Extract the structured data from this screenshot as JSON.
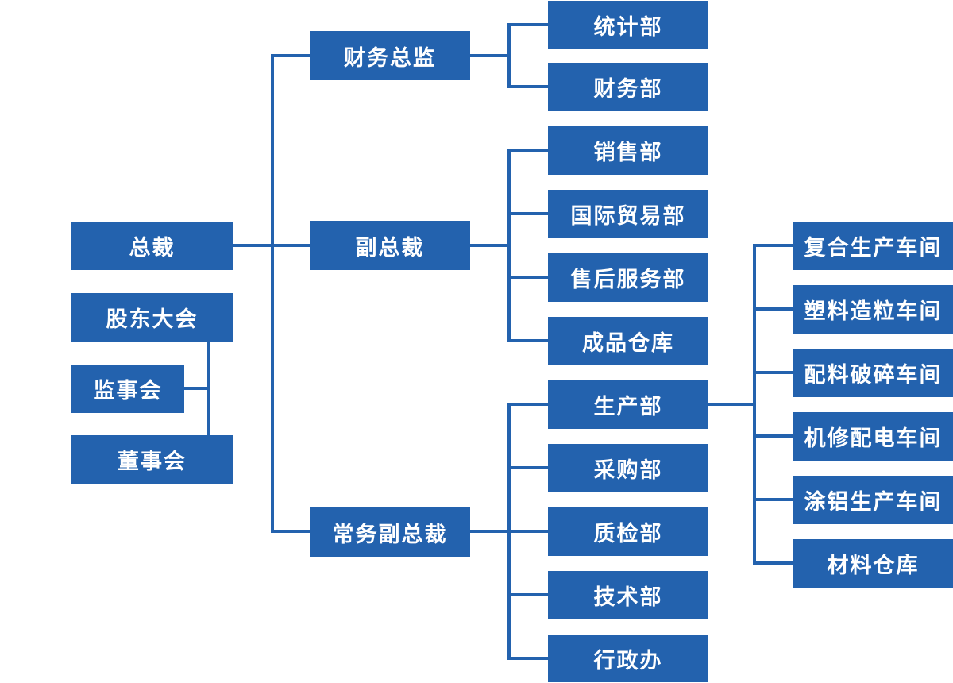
{
  "diagram": {
    "type": "org-chart",
    "colors": {
      "node_fill": "#2362AE",
      "node_text": "#FFFFFF",
      "connector": "#2362AE",
      "background": "#FFFFFF"
    },
    "nodes": {
      "president": {
        "label": "总裁"
      },
      "shareholders_meeting": {
        "label": "股东大会"
      },
      "supervisory_board": {
        "label": "监事会"
      },
      "board_of_directors": {
        "label": "董事会"
      },
      "cfo": {
        "label": "财务总监"
      },
      "vice_president": {
        "label": "副总裁"
      },
      "executive_vice_president": {
        "label": "常务副总裁"
      },
      "statistics_dept": {
        "label": "统计部"
      },
      "finance_dept": {
        "label": "财务部"
      },
      "sales_dept": {
        "label": "销售部"
      },
      "international_trade_dept": {
        "label": "国际贸易部"
      },
      "after_sales_service_dept": {
        "label": "售后服务部"
      },
      "finished_goods_warehouse": {
        "label": "成品仓库"
      },
      "production_dept": {
        "label": "生产部"
      },
      "purchasing_dept": {
        "label": "采购部"
      },
      "quality_inspection_dept": {
        "label": "质检部"
      },
      "technology_dept": {
        "label": "技术部"
      },
      "administration_office": {
        "label": "行政办"
      },
      "composite_production_workshop": {
        "label": "复合生产车间"
      },
      "plastic_granulation_workshop": {
        "label": "塑料造粒车间"
      },
      "batching_crushing_workshop": {
        "label": "配料破碎车间"
      },
      "machine_repair_power_workshop": {
        "label": "机修配电车间"
      },
      "aluminum_coating_workshop": {
        "label": "涂铝生产车间"
      },
      "material_warehouse": {
        "label": "材料仓库"
      }
    },
    "edges": [
      {
        "from": "president",
        "to": "cfo"
      },
      {
        "from": "president",
        "to": "vice_president"
      },
      {
        "from": "president",
        "to": "executive_vice_president"
      },
      {
        "from": "shareholders_meeting",
        "to": "board_of_directors"
      },
      {
        "from": "supervisory_board",
        "to": "board_of_directors"
      },
      {
        "from": "cfo",
        "to": "statistics_dept"
      },
      {
        "from": "cfo",
        "to": "finance_dept"
      },
      {
        "from": "vice_president",
        "to": "sales_dept"
      },
      {
        "from": "vice_president",
        "to": "international_trade_dept"
      },
      {
        "from": "vice_president",
        "to": "after_sales_service_dept"
      },
      {
        "from": "vice_president",
        "to": "finished_goods_warehouse"
      },
      {
        "from": "executive_vice_president",
        "to": "production_dept"
      },
      {
        "from": "executive_vice_president",
        "to": "purchasing_dept"
      },
      {
        "from": "executive_vice_president",
        "to": "quality_inspection_dept"
      },
      {
        "from": "executive_vice_president",
        "to": "technology_dept"
      },
      {
        "from": "executive_vice_president",
        "to": "administration_office"
      },
      {
        "from": "production_dept",
        "to": "composite_production_workshop"
      },
      {
        "from": "production_dept",
        "to": "plastic_granulation_workshop"
      },
      {
        "from": "production_dept",
        "to": "batching_crushing_workshop"
      },
      {
        "from": "production_dept",
        "to": "machine_repair_power_workshop"
      },
      {
        "from": "production_dept",
        "to": "aluminum_coating_workshop"
      },
      {
        "from": "production_dept",
        "to": "material_warehouse"
      }
    ]
  }
}
